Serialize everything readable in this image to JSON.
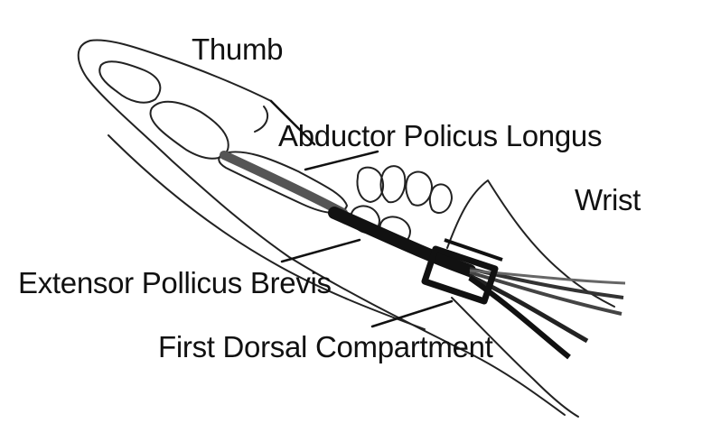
{
  "diagram": {
    "labels": {
      "thumb": "Thumb",
      "abductor": "Abductor Policus Longus",
      "wrist": "Wrist",
      "extensor": "Extensor Pollicus Brevis",
      "compartment": "First Dorsal Compartment"
    },
    "colors": {
      "ink": "#111111",
      "tendon_fill": "#4a4a4a",
      "background": "#ffffff"
    }
  }
}
